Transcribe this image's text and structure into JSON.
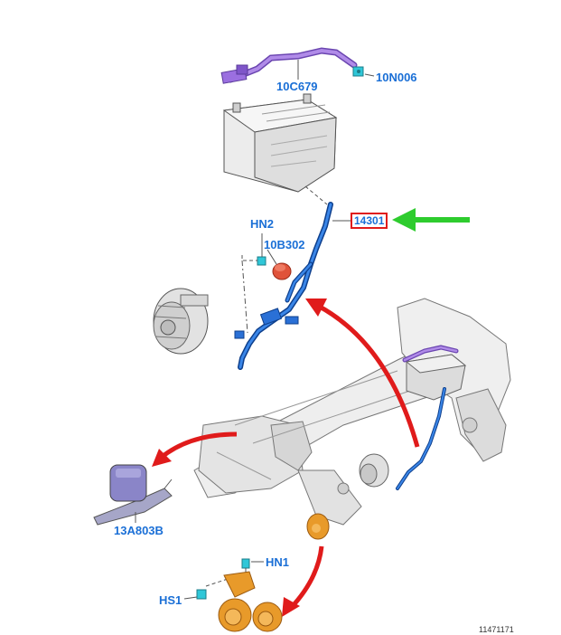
{
  "labels": {
    "l_10C679": "10C679",
    "l_10N006": "10N006",
    "l_14301": "14301",
    "l_HN2": "HN2",
    "l_10B302": "10B302",
    "l_13A803B": "13A803B",
    "l_HN1": "HN1",
    "l_HS1": "HS1",
    "ref_number": "11471171"
  },
  "colors": {
    "label_blue": "#1a6fd6",
    "highlight_red": "#e01b1b",
    "arrow_green": "#2ecc2e",
    "cable_blue": "#1f5fbf",
    "cable_purple": "#8a5bd6",
    "connector_cyan": "#2fc7d8",
    "horn_orange": "#e89a2a",
    "sensor_purple": "#8a85c8",
    "part_gray": "#e6e6e6",
    "line_gray": "#555555"
  }
}
